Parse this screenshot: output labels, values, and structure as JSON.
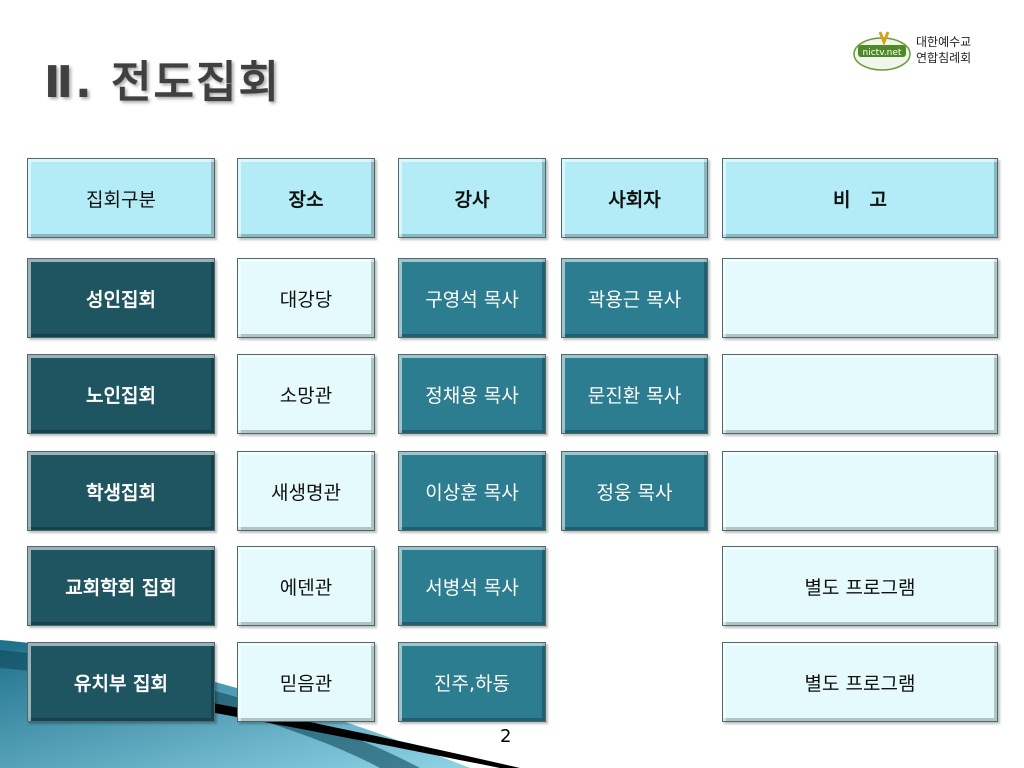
{
  "title": "Ⅱ. 전도집회",
  "logo": {
    "badge_text": "nictv.net",
    "org_line1": "대한예수교",
    "org_line2": "연합침례회"
  },
  "table": {
    "headers": [
      "집회구분",
      "장소",
      "강사",
      "사회자",
      "비　고"
    ],
    "rows": [
      {
        "category": "성인집회",
        "place": "대강당",
        "speaker": "구영석 목사",
        "host": "곽용근 목사",
        "note": ""
      },
      {
        "category": "노인집회",
        "place": "소망관",
        "speaker": "정채용 목사",
        "host": "문진환 목사",
        "note": ""
      },
      {
        "category": "학생집회",
        "place": "새생명관",
        "speaker": "이상훈 목사",
        "host": "정웅 목사",
        "note": ""
      },
      {
        "category": "교회학회 집회",
        "place": "에덴관",
        "speaker": "서병석 목사",
        "host": "",
        "note": "별도 프로그램"
      },
      {
        "category": "유치부 집회",
        "place": "믿음관",
        "speaker": "진주,하동",
        "host": "",
        "note": "별도 프로그램"
      }
    ]
  },
  "page_number": "2"
}
